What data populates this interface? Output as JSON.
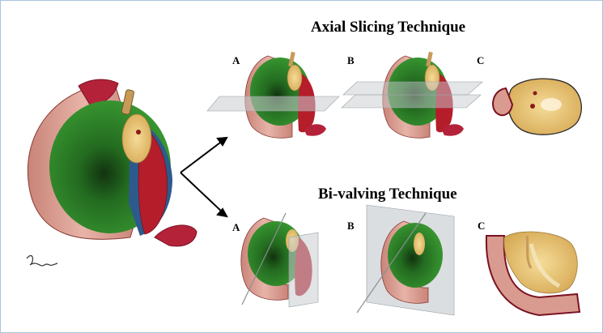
{
  "titles": {
    "axial": "Axial Slicing Technique",
    "bivalve": "Bi-valving Technique"
  },
  "panel_labels": {
    "axial_a": "A",
    "axial_b": "B",
    "axial_c": "C",
    "bivalve_a": "A",
    "bivalve_b": "B",
    "bivalve_c": "C"
  },
  "colors": {
    "colon_wall": "#d99a8f",
    "colon_lumen": "#b4223a",
    "tumor_green": "#2f8a2a",
    "tumor_dark": "#12330f",
    "fat_yellow": "#e3c27a",
    "blue_margin": "#2d5a8c",
    "red_margin": "#b51d2a",
    "plane_gray": "#c8ccd0",
    "frame_border": "#a9c4df"
  }
}
